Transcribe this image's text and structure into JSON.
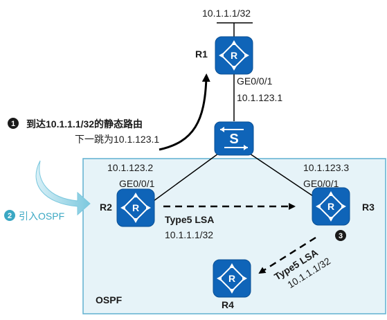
{
  "routers": {
    "r1": {
      "name": "R1",
      "loopback": "10.1.1.1/32",
      "interface": "GE0/0/1",
      "ip": "10.1.123.1"
    },
    "r2": {
      "name": "R2",
      "ip": "10.1.123.2",
      "interface": "GE0/0/1"
    },
    "r3": {
      "name": "R3",
      "ip": "10.1.123.3",
      "interface": "GE0/0/1"
    },
    "r4": {
      "name": "R4"
    }
  },
  "switch": {
    "symbol": "S"
  },
  "area": {
    "label": "OSPF",
    "fill": "#e6f3f8",
    "border": "#5fb0d0"
  },
  "annotations": {
    "step1": {
      "badge": "1",
      "text": "到达10.1.1.1/32的静态路由",
      "subtext": "下一跳为10.1.123.1"
    },
    "step2": {
      "badge": "2",
      "text": "引入OSPF"
    },
    "step3": {
      "badge": "3"
    }
  },
  "lsa_r2_r3": {
    "type": "Type5 LSA",
    "prefix": "10.1.1.1/32"
  },
  "lsa_r3_r4": {
    "type": "Type5 LSA",
    "prefix": "10.1.1.1/32"
  },
  "colors": {
    "device": "#0f64b8",
    "device_dark": "#0a4f93",
    "teal": "#3aa7c3",
    "badge": "#1a1a1a"
  }
}
